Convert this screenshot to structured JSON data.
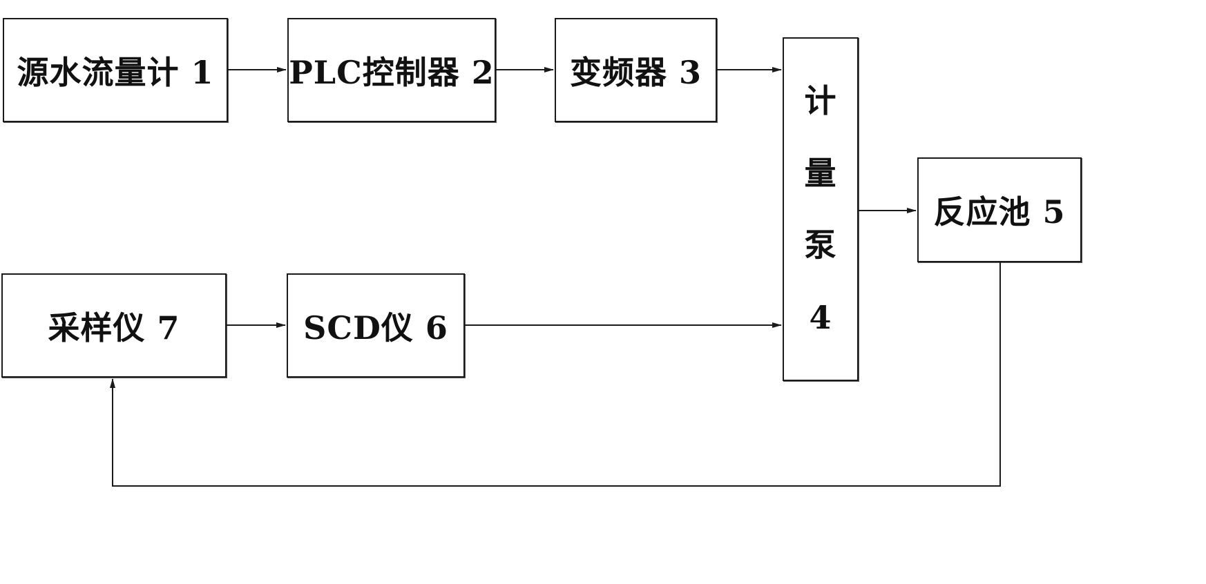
{
  "nodes": {
    "flowmeter": {
      "label": "源水流量计 1"
    },
    "plc": {
      "label": "PLC控制器 2"
    },
    "inverter": {
      "label": "变频器 3"
    },
    "pump": {
      "chars": [
        "计",
        "量",
        "泵",
        "4"
      ]
    },
    "reactor": {
      "label": "反应池 5"
    },
    "scd": {
      "label": "SCD仪 6"
    },
    "sampler": {
      "label": "采样仪 7"
    }
  }
}
